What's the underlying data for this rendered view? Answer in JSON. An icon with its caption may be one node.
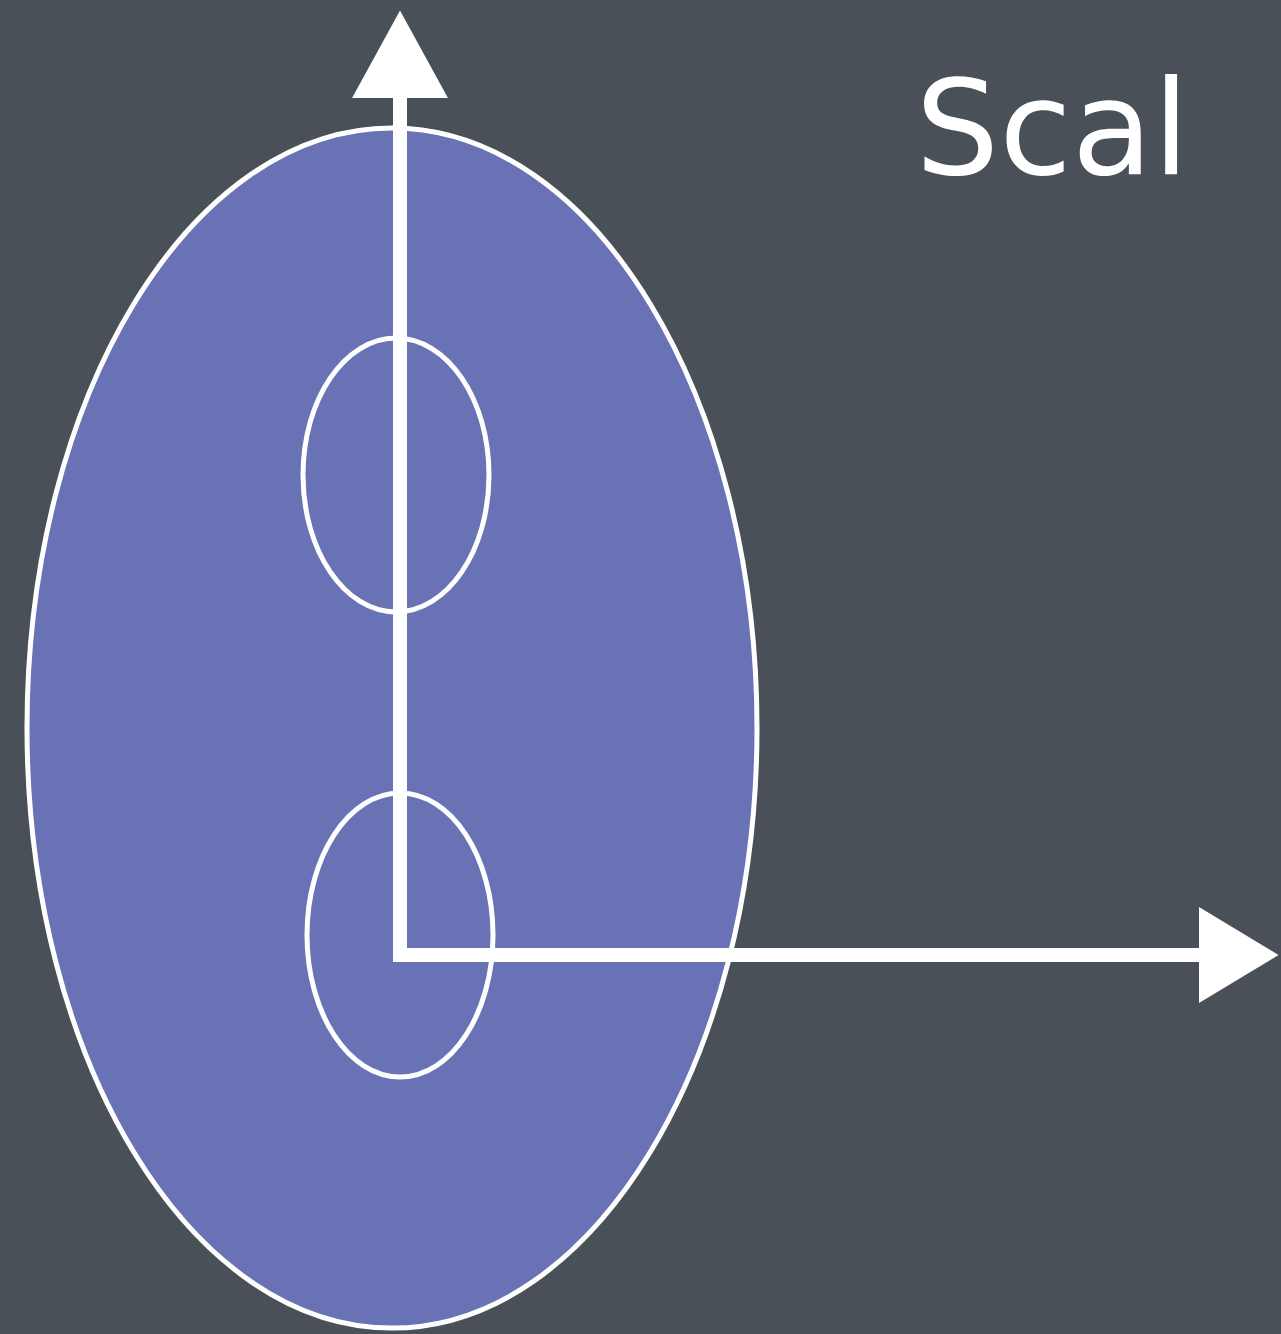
{
  "diagram": {
    "title": "Scal",
    "nodes": [
      {
        "text": [],
        "shape": "ellipse"
      },
      {
        "text": [],
        "shape": "ellipse",
        "in": 0
      },
      {
        "text": [],
        "shape": "ellipse",
        "in": 0
      }
    ]
  }
}
